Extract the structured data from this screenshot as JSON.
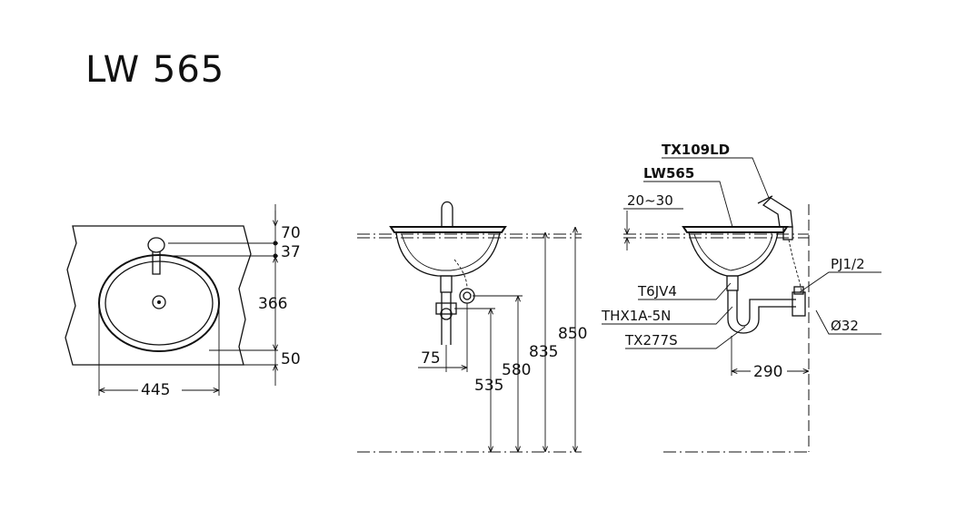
{
  "title": "LW 565",
  "top_view": {
    "dim_70": "70",
    "dim_37": "37",
    "dim_366": "366",
    "dim_50": "50",
    "dim_445": "445"
  },
  "front_view": {
    "dim_75": "75",
    "dim_535": "535",
    "dim_580": "580",
    "dim_835": "835",
    "dim_850": "850"
  },
  "side_view": {
    "faucet": "TX109LD",
    "basin": "LW565",
    "range": "20~30",
    "t6jv4": "T6JV4",
    "thx": "THX1A-5N",
    "trap": "TX277S",
    "pj": "PJ1/2",
    "dia": "Ø32",
    "dim_290": "290"
  }
}
